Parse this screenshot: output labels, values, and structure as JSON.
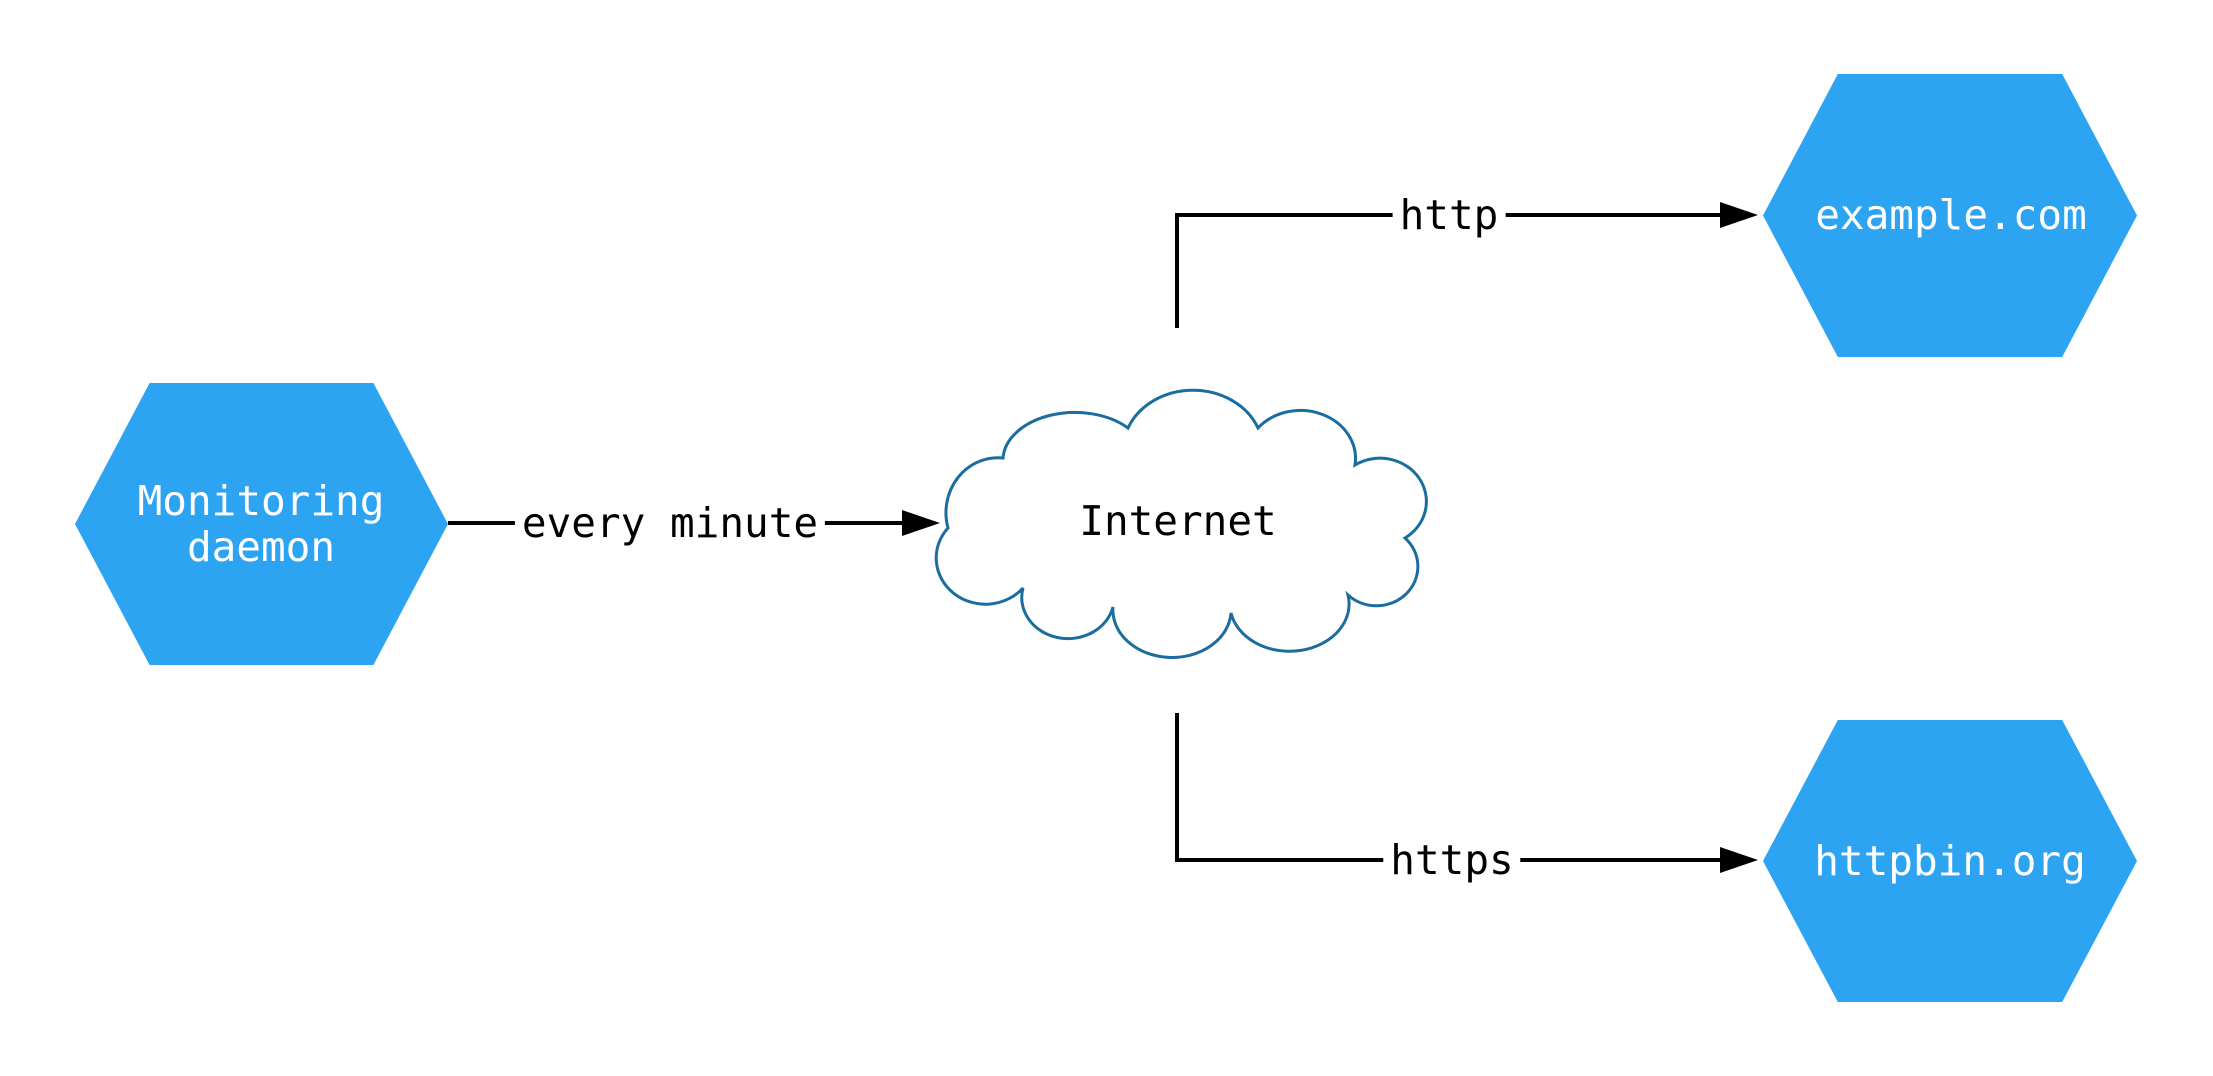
{
  "diagram": {
    "type": "flowchart",
    "colors": {
      "background": "#ffffff",
      "node_fill": "#2da4f2",
      "node_text": "#ffffff",
      "cloud_fill": "#ffffff",
      "cloud_stroke": "#1a6d9e",
      "cloud_text": "#000000",
      "edge_color": "#000000",
      "edge_label_color": "#000000"
    },
    "nodes": {
      "monitoring_daemon": {
        "shape": "hexagon",
        "label": "Monitoring daemon",
        "label_line1": "Monitoring",
        "label_line2": "daemon"
      },
      "internet": {
        "shape": "cloud",
        "label": "Internet"
      },
      "example_com": {
        "shape": "hexagon",
        "label": "example.com"
      },
      "httpbin_org": {
        "shape": "hexagon",
        "label": "httpbin.org"
      }
    },
    "edges": {
      "monitoring_to_internet": {
        "from": "monitoring_daemon",
        "to": "internet",
        "label": "every minute"
      },
      "internet_to_example": {
        "from": "internet",
        "to": "example_com",
        "label": "http"
      },
      "internet_to_httpbin": {
        "from": "internet",
        "to": "httpbin_org",
        "label": "https"
      }
    }
  }
}
